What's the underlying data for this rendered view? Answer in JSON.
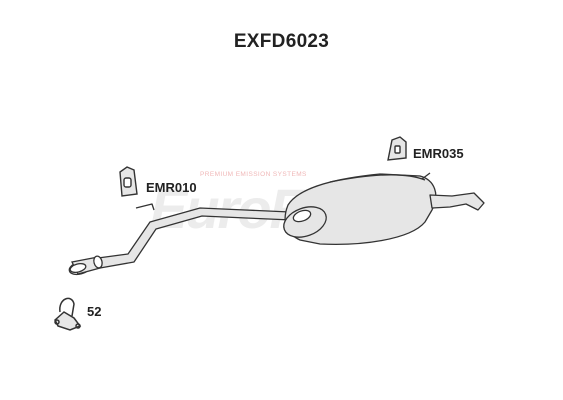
{
  "title": "EXFD6023",
  "parts": {
    "rubber_mount_rear": "EMR035",
    "rubber_mount_front": "EMR010",
    "clamp": "52"
  },
  "watermark": {
    "logo": "EuroFlo",
    "tagline": "PREMIUM EMISSION SYSTEMS"
  },
  "colors": {
    "outline": "#333333",
    "fill": "#e6e6e6",
    "watermark_red": "#f0b8b8"
  }
}
